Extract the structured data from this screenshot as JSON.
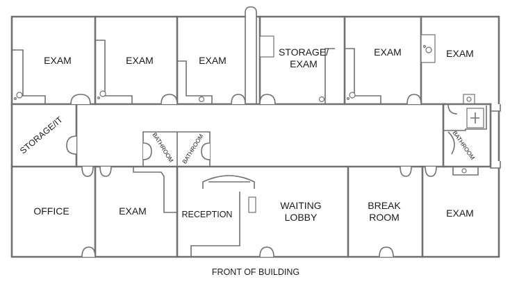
{
  "plan": {
    "rooms": {
      "exam1": "EXAM",
      "exam2": "EXAM",
      "exam3": "EXAM",
      "storage_exam_line1": "STORAGE/",
      "storage_exam_line2": "EXAM",
      "exam4": "EXAM",
      "exam5": "EXAM",
      "storage_it": "STORAGE/IT",
      "bathroom1": "BATHROOM",
      "bathroom2": "BATHROOM",
      "bathroom3": "BATHROOM",
      "office": "OFFICE",
      "exam6": "EXAM",
      "reception": "RECEPTION",
      "waiting_line1": "WAITING",
      "waiting_line2": "LOBBY",
      "break_line1": "BREAK",
      "break_line2": "ROOM",
      "exam7": "EXAM"
    },
    "caption": "FRONT OF BUILDING"
  }
}
